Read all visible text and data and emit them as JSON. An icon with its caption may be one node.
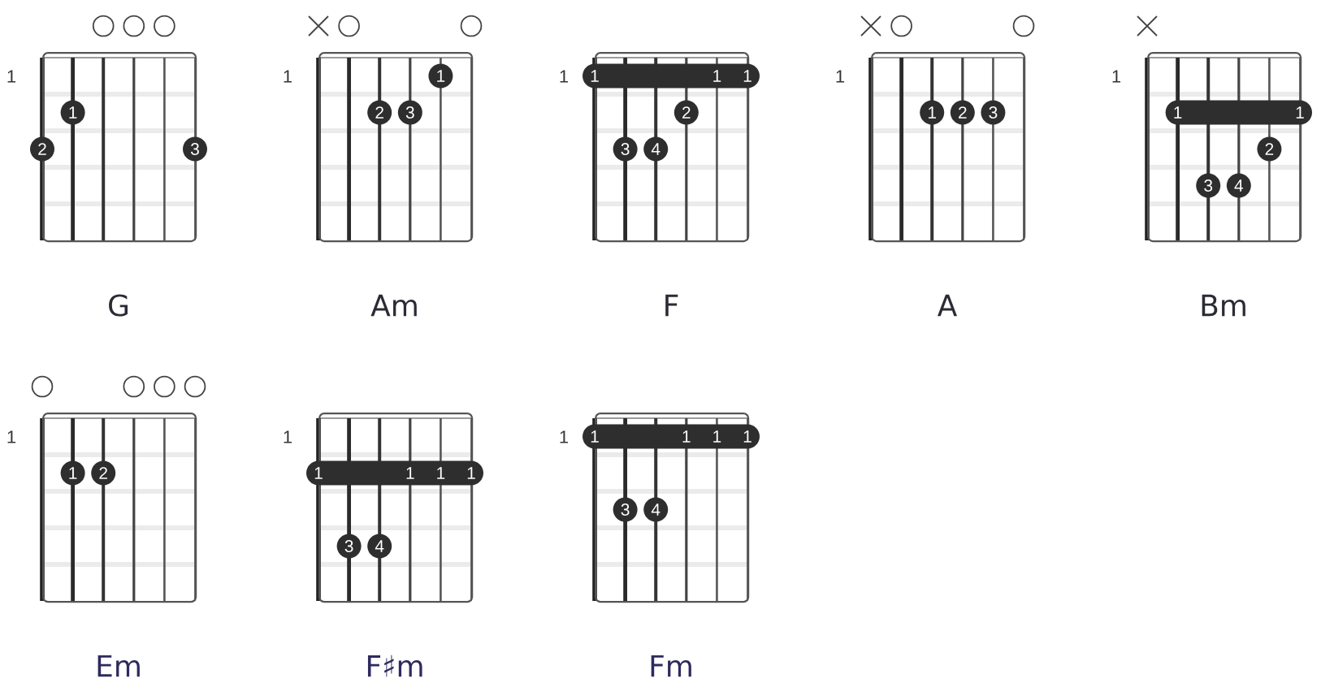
{
  "diagram": {
    "nodes": [
      {
        "text": [
          "G"
        ]
      },
      {
        "text": [
          "1"
        ],
        "in": 0
      },
      {
        "text": [
          "2"
        ],
        "in": 0
      },
      {
        "text": [
          "3"
        ],
        "in": 0
      },
      {
        "text": [
          "Am"
        ]
      },
      {
        "text": [
          "1"
        ],
        "in": 4
      },
      {
        "text": [
          "2"
        ],
        "in": 4
      },
      {
        "text": [
          "3"
        ],
        "in": 4
      },
      {
        "text": [
          "F"
        ]
      },
      {
        "text": [
          "1",
          "1",
          "1"
        ],
        "in": 8
      },
      {
        "text": [
          "2"
        ],
        "in": 8
      },
      {
        "text": [
          "3"
        ],
        "in": 8
      },
      {
        "text": [
          "4"
        ],
        "in": 8
      },
      {
        "text": [
          "A"
        ]
      },
      {
        "text": [
          "1"
        ],
        "in": 13
      },
      {
        "text": [
          "2"
        ],
        "in": 13
      },
      {
        "text": [
          "3"
        ],
        "in": 13
      },
      {
        "text": [
          "Bm"
        ]
      },
      {
        "text": [
          "1",
          "1"
        ],
        "in": 17
      },
      {
        "text": [
          "2"
        ],
        "in": 17
      },
      {
        "text": [
          "3"
        ],
        "in": 17
      },
      {
        "text": [
          "4"
        ],
        "in": 17
      },
      {
        "text": [
          "Em"
        ]
      },
      {
        "text": [
          "1"
        ],
        "in": 22
      },
      {
        "text": [
          "2"
        ],
        "in": 22
      },
      {
        "text": [
          "F♯m"
        ]
      },
      {
        "text": [
          "1",
          "1",
          "1",
          "1"
        ],
        "in": 25
      },
      {
        "text": [
          "3"
        ],
        "in": 25
      },
      {
        "text": [
          "4"
        ],
        "in": 25
      },
      {
        "text": [
          "Fm"
        ]
      },
      {
        "text": [
          "1",
          "1",
          "1",
          "1"
        ],
        "in": 29
      },
      {
        "text": [
          "3"
        ],
        "in": 29
      },
      {
        "text": [
          "4"
        ],
        "in": 29
      }
    ],
    "labels": [
      "1",
      "1",
      "1",
      "1",
      "1",
      "1",
      "1",
      "1"
    ]
  }
}
